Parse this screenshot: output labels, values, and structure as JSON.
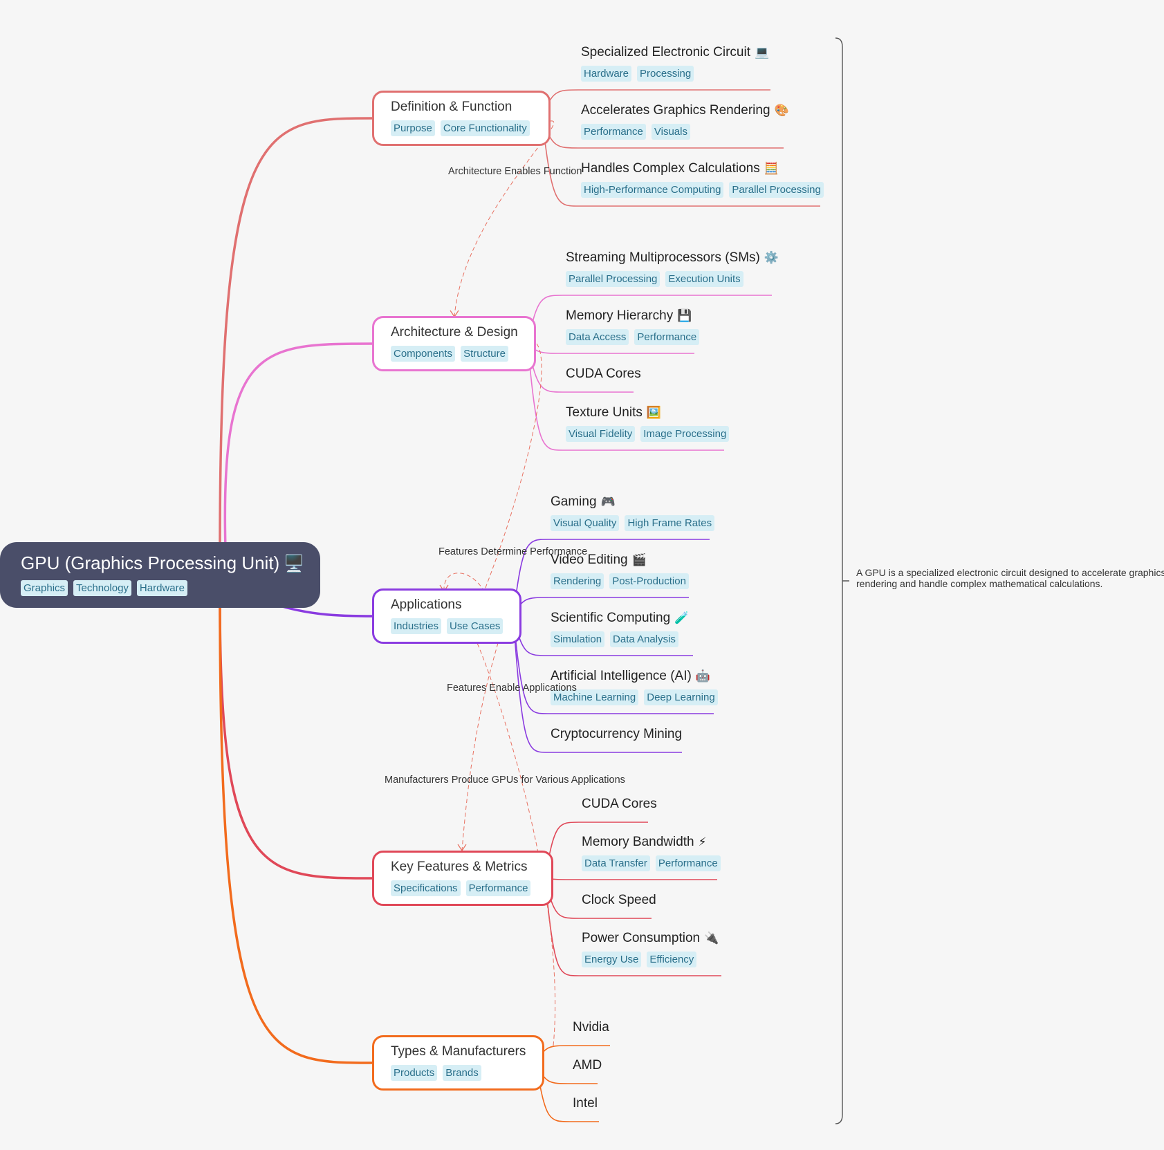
{
  "root": {
    "title": "GPU (Graphics Processing Unit)",
    "icon": "🖥️",
    "tags": [
      "Graphics",
      "Technology",
      "Hardware"
    ]
  },
  "branches": [
    {
      "title": "Definition & Function",
      "color": "#e07070",
      "tags": [
        "Purpose",
        "Core Functionality"
      ],
      "children": [
        {
          "title": "Specialized Electronic Circuit",
          "icon": "💻",
          "tags": [
            "Hardware",
            "Processing"
          ]
        },
        {
          "title": "Accelerates Graphics Rendering",
          "icon": "🎨",
          "tags": [
            "Performance",
            "Visuals"
          ]
        },
        {
          "title": "Handles Complex Calculations",
          "icon": "🧮",
          "tags": [
            "High-Performance Computing",
            "Parallel Processing"
          ]
        }
      ]
    },
    {
      "title": "Architecture & Design",
      "color": "#e874d0",
      "tags": [
        "Components",
        "Structure"
      ],
      "children": [
        {
          "title": "Streaming Multiprocessors (SMs)",
          "icon": "⚙️",
          "tags": [
            "Parallel Processing",
            "Execution Units"
          ]
        },
        {
          "title": "Memory Hierarchy",
          "icon": "💾",
          "tags": [
            "Data Access",
            "Performance"
          ]
        },
        {
          "title": "CUDA Cores",
          "icon": "",
          "tags": []
        },
        {
          "title": "Texture Units",
          "icon": "🖼️",
          "tags": [
            "Visual Fidelity",
            "Image Processing"
          ]
        }
      ]
    },
    {
      "title": "Applications",
      "color": "#8a3be0",
      "tags": [
        "Industries",
        "Use Cases"
      ],
      "children": [
        {
          "title": "Gaming",
          "icon": "🎮",
          "tags": [
            "Visual Quality",
            "High Frame Rates"
          ]
        },
        {
          "title": "Video Editing",
          "icon": "🎬",
          "tags": [
            "Rendering",
            "Post-Production"
          ]
        },
        {
          "title": "Scientific Computing",
          "icon": "🧪",
          "tags": [
            "Simulation",
            "Data Analysis"
          ]
        },
        {
          "title": "Artificial Intelligence (AI)",
          "icon": "🤖",
          "tags": [
            "Machine Learning",
            "Deep Learning"
          ]
        },
        {
          "title": "Cryptocurrency Mining",
          "icon": "",
          "tags": []
        }
      ]
    },
    {
      "title": "Key Features & Metrics",
      "color": "#e04858",
      "tags": [
        "Specifications",
        "Performance"
      ],
      "children": [
        {
          "title": "CUDA Cores",
          "icon": "",
          "tags": []
        },
        {
          "title": "Memory Bandwidth",
          "icon": "⚡",
          "tags": [
            "Data Transfer",
            "Performance"
          ]
        },
        {
          "title": "Clock Speed",
          "icon": "",
          "tags": []
        },
        {
          "title": "Power Consumption",
          "icon": "🔌",
          "tags": [
            "Energy Use",
            "Efficiency"
          ]
        }
      ]
    },
    {
      "title": "Types & Manufacturers",
      "color": "#f26b1d",
      "tags": [
        "Products",
        "Brands"
      ],
      "children": [
        {
          "title": "Nvidia",
          "icon": "",
          "tags": []
        },
        {
          "title": "AMD",
          "icon": "",
          "tags": []
        },
        {
          "title": "Intel",
          "icon": "",
          "tags": []
        }
      ]
    }
  ],
  "relationships": [
    {
      "label": "Architecture Enables Function"
    },
    {
      "label": "Features Determine Performance"
    },
    {
      "label": "Features Enable Applications"
    },
    {
      "label": "Manufacturers Produce GPUs for Various Applications"
    }
  ],
  "summary": {
    "lines": [
      "A GPU is a specialized electronic circuit designed to accelerate graphics",
      "rendering and handle complex mathematical calculations."
    ]
  },
  "colors": {
    "background": "#f6f6f6",
    "root_fill": "#4a4e69",
    "tag_fill": "#d6eef5",
    "tag_text": "#2a6f8a",
    "relationship_line": "#e87060"
  }
}
